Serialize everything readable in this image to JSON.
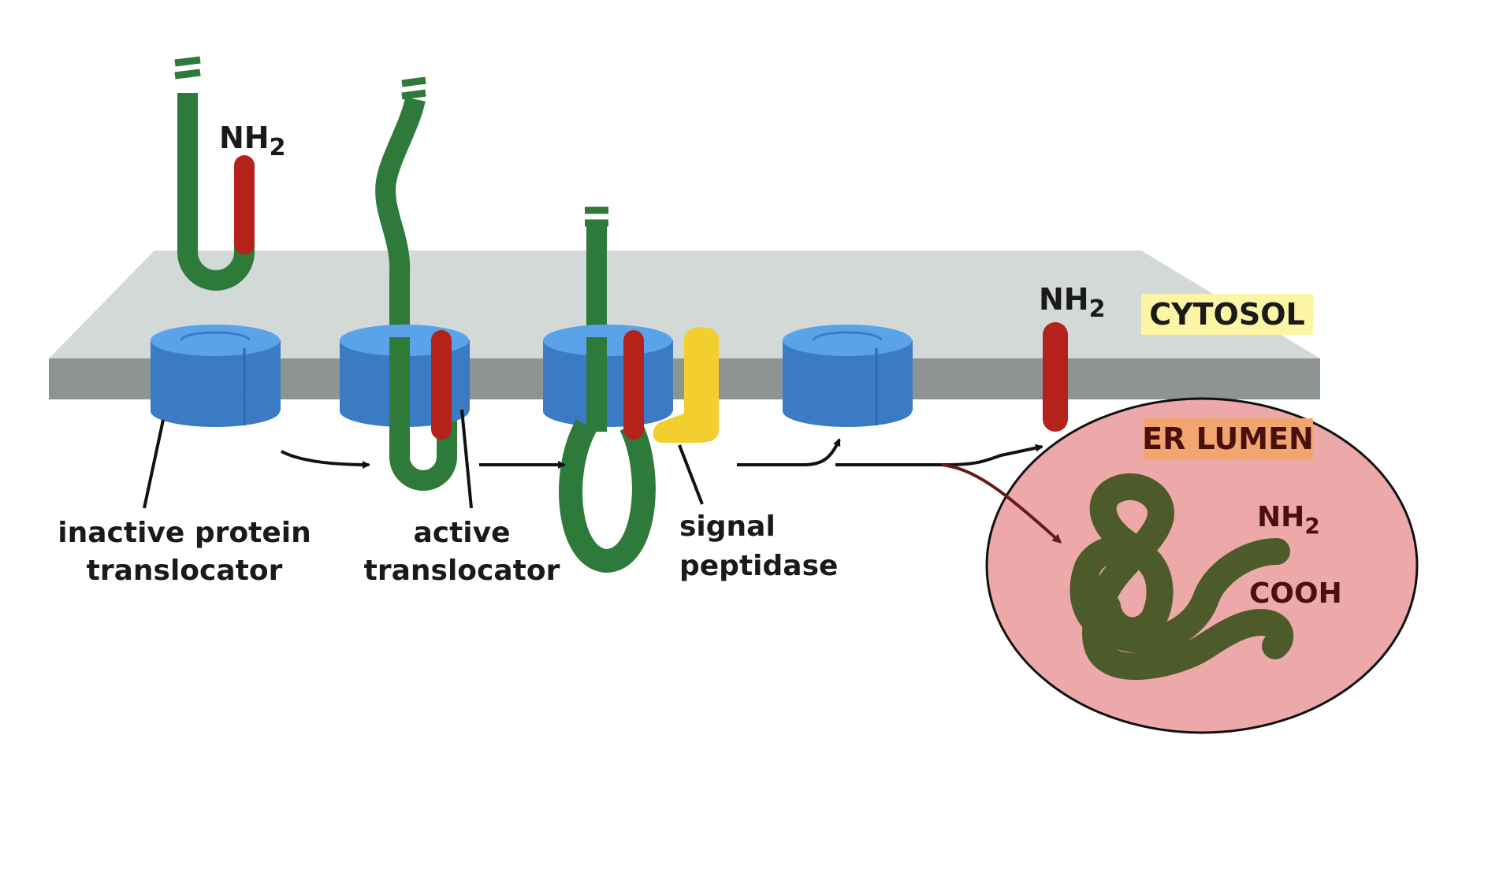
{
  "labels": {
    "nh2": "NH",
    "nh2_sub": "2",
    "cytosol": "CYTOSOL",
    "er_lumen": "ER LUMEN",
    "cooh": "COOH",
    "inactive_line1": "inactive protein",
    "inactive_line2": "translocator",
    "active_line1": "active",
    "active_line2": "translocator",
    "signal_line1": "signal",
    "signal_line2": "peptidase"
  },
  "colors": {
    "membrane_top": "#d3d9d7",
    "membrane_front": "#8e9492",
    "translocator": "#4b95e0",
    "translocator_dark": "#3a7bc4",
    "protein_green": "#2d7a3a",
    "signal_red": "#b5221c",
    "peptidase_yellow": "#f2cf2e",
    "lumen_pink": "#eda9a9",
    "folded_protein": "#4d5b2a",
    "cytosol_tag": "#fbf5a4",
    "lumen_tag": "#f2a56e"
  }
}
